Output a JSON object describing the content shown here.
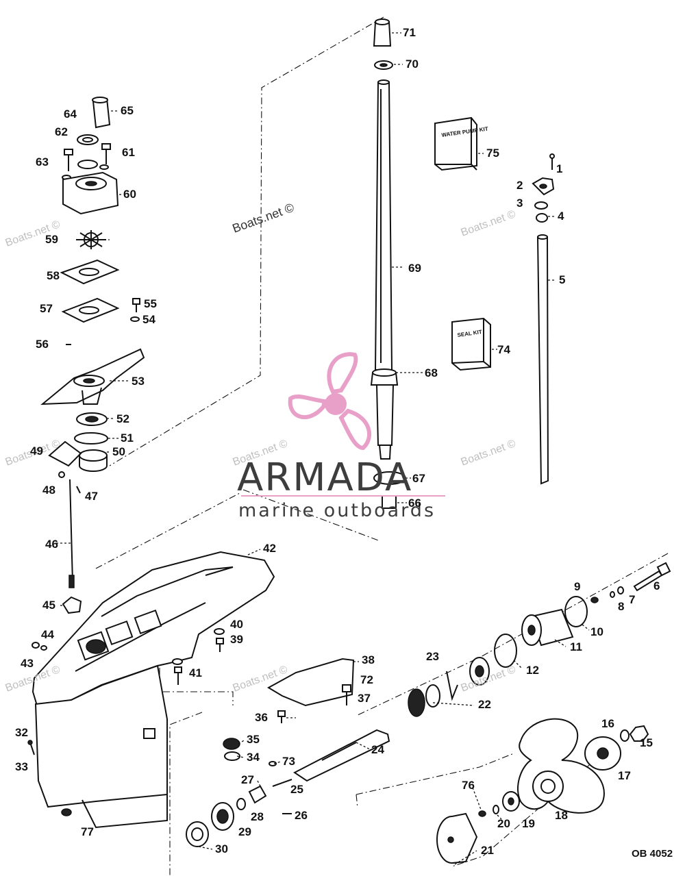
{
  "diagram": {
    "code": "OB 4052",
    "watermark": "Boats.net ©",
    "brand": {
      "name": "ARMADA",
      "tagline": "marine outboards",
      "accent_color": "#e8a0c8"
    },
    "kits": {
      "water_pump": "WATER PUMP KIT",
      "seal": "SEAL KIT"
    },
    "parts": [
      "1",
      "2",
      "3",
      "4",
      "5",
      "6",
      "7",
      "8",
      "9",
      "10",
      "11",
      "12",
      "15",
      "16",
      "17",
      "18",
      "19",
      "20",
      "21",
      "22",
      "23",
      "24",
      "25",
      "26",
      "27",
      "28",
      "29",
      "30",
      "32",
      "33",
      "34",
      "35",
      "36",
      "37",
      "38",
      "39",
      "40",
      "41",
      "42",
      "43",
      "44",
      "45",
      "46",
      "47",
      "48",
      "49",
      "50",
      "51",
      "52",
      "53",
      "54",
      "55",
      "56",
      "57",
      "58",
      "59",
      "60",
      "61",
      "62",
      "63",
      "64",
      "65",
      "66",
      "67",
      "68",
      "69",
      "70",
      "71",
      "72",
      "73",
      "74",
      "75",
      "76",
      "77"
    ]
  }
}
